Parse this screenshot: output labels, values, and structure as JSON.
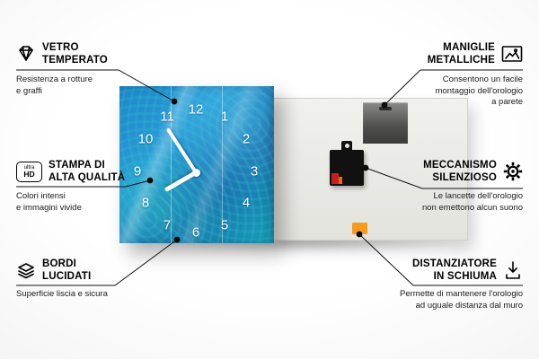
{
  "clock": {
    "numbers": [
      "1",
      "2",
      "3",
      "4",
      "5",
      "6",
      "7",
      "8",
      "9",
      "10",
      "11",
      "12"
    ]
  },
  "colors": {
    "face_blue": "#1f86c9",
    "spacer_orange": "#f59c1e",
    "mechanism_black": "#111111",
    "plate_gray": "#4e4e4c"
  },
  "callouts": [
    {
      "id": "vetro-temperato",
      "icon": "diamond-icon",
      "title": "VETRO\nTEMPERATO",
      "description": "Resistenza a rotture\ne graffi"
    },
    {
      "id": "stampa-alta-qualita",
      "icon": "ultra-hd-badge",
      "icon_text_top": "ultra",
      "icon_text_bottom": "HD",
      "title": "STAMPA DI\nALTA QUALITÀ",
      "description": "Colori intensi\ne immagini vivide"
    },
    {
      "id": "bordi-lucidati",
      "icon": "layers-icon",
      "title": "BORDI\nLUCIDATI",
      "description": "Superficie liscia e sicura"
    },
    {
      "id": "maniglie-metalliche",
      "icon": "picture-frame-icon",
      "title": "MANIGLIE\nMETALLICHE",
      "description": "Consentono un facile\nmontaggio dell'orologio\na parete"
    },
    {
      "id": "meccanismo-silenzioso",
      "icon": "gear-icon",
      "title": "MECCANISMO\nSILENZIOSO",
      "description": "Le lancette dell'orologio\nnon emettono alcun suono"
    },
    {
      "id": "distanziatore-schiuma",
      "icon": "arrow-down-icon",
      "title": "DISTANZIATORE\nIN SCHIUMA",
      "description": "Permette di mantenere l'orologio\nad uguale distanza dal muro"
    }
  ]
}
